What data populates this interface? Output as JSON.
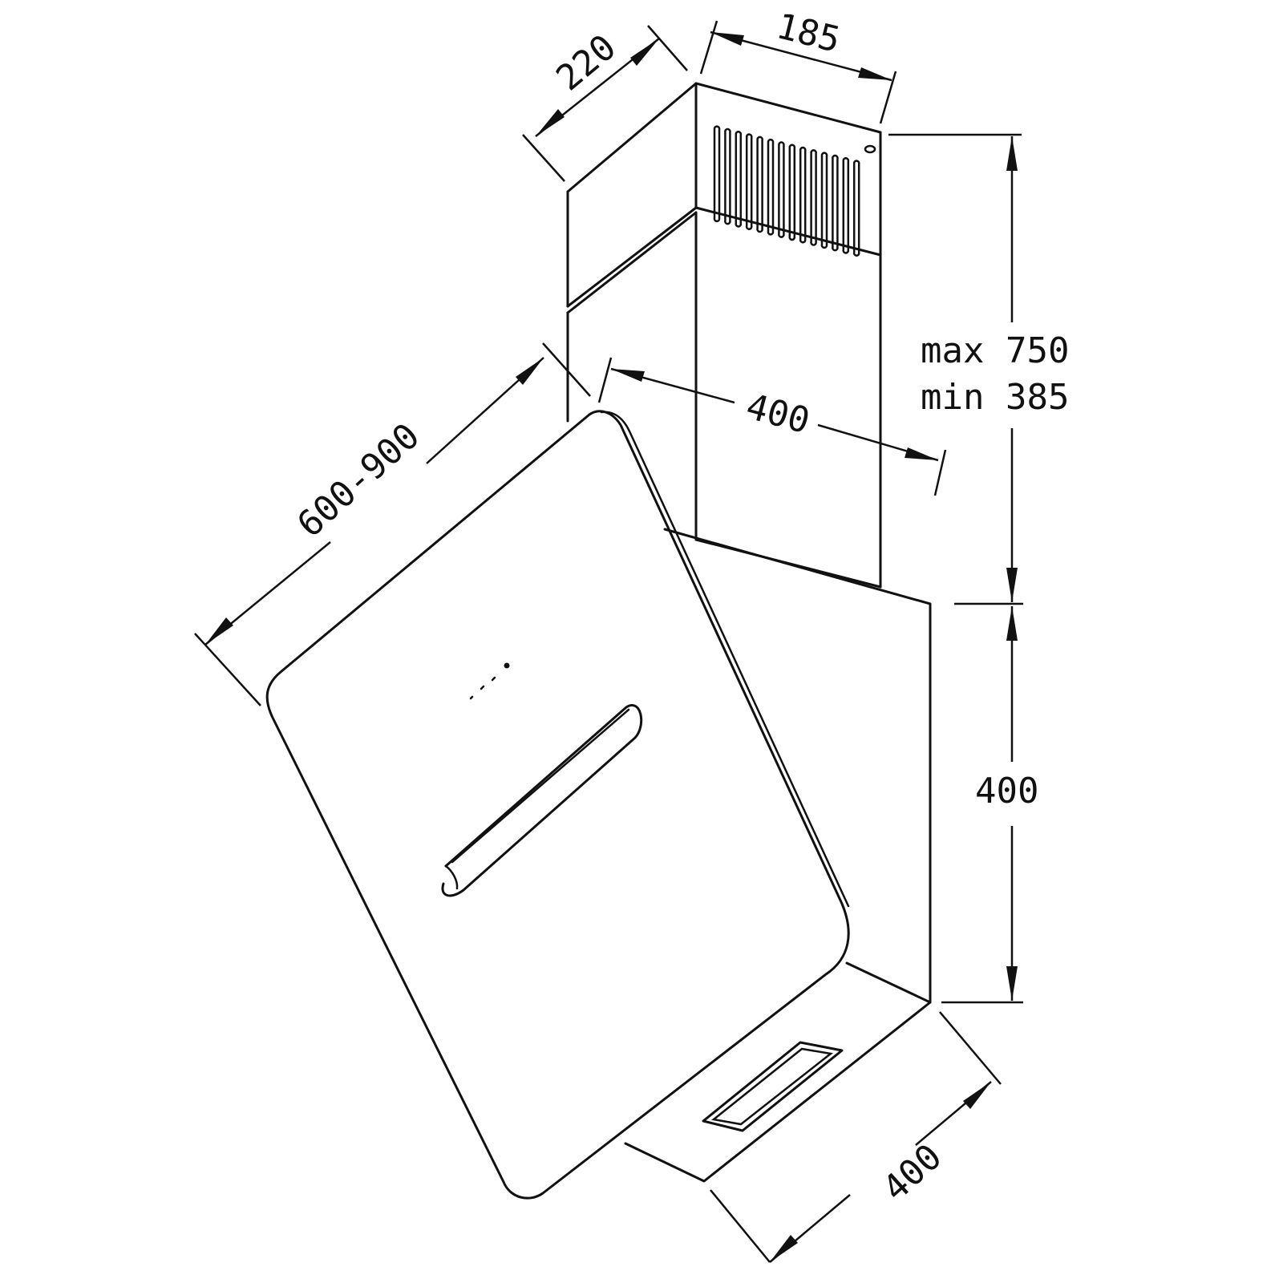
{
  "dimensions": {
    "chimney_depth": "220",
    "chimney_width": "185",
    "chimney_height_max": "max 750",
    "chimney_height_min": "min 385",
    "top_width": "400",
    "glass_panel_length": "600-900",
    "body_height": "400",
    "body_depth": "400"
  },
  "colors": {
    "line": "#111111",
    "background": "#ffffff"
  }
}
